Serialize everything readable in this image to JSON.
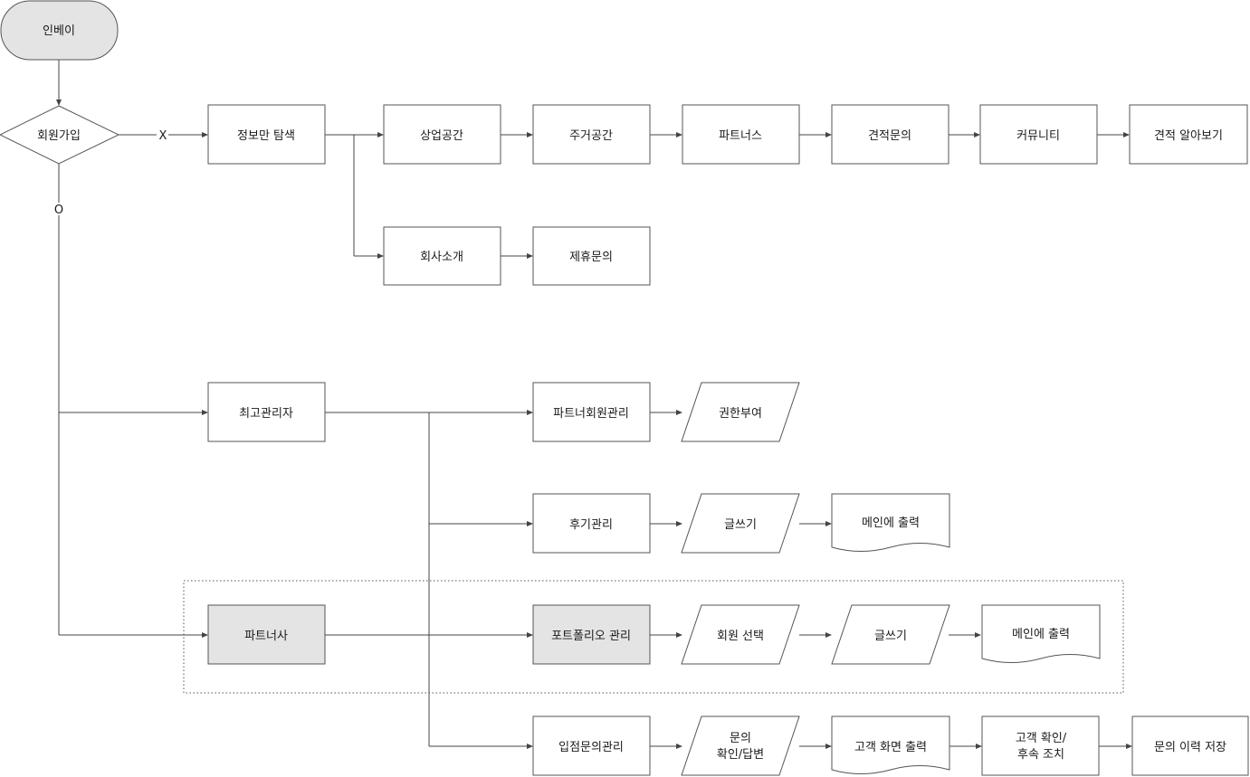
{
  "nodes": {
    "start": "인베이",
    "signup": "회원가입",
    "label_x": "X",
    "label_o": "O",
    "browse": "정보만 탐색",
    "commercial": "상업공간",
    "residential": "주거공간",
    "partners": "파트너스",
    "estimate": "견적문의",
    "community": "커뮤니티",
    "estimate_view": "견적 알아보기",
    "company": "회사소개",
    "partnership": "제휴문의",
    "admin": "최고관리자",
    "partner_member_mgmt": "파트너회원관리",
    "grant": "권한부여",
    "review_mgmt": "후기관리",
    "write1": "글쓰기",
    "main_out1": "메인에 출력",
    "partner_co": "파트너사",
    "portfolio_mgmt": "포트폴리오 관리",
    "member_select": "회원 선택",
    "write2": "글쓰기",
    "main_out2": "메인에 출력",
    "store_inquiry": "입점문의관리",
    "inquiry_line1": "문의",
    "inquiry_line2": "확인/답변",
    "customer_screen": "고객 화면  출력",
    "check_line1": "고객 확인/",
    "check_line2": "후속 조치",
    "history_save": "문의 이력 저장"
  }
}
